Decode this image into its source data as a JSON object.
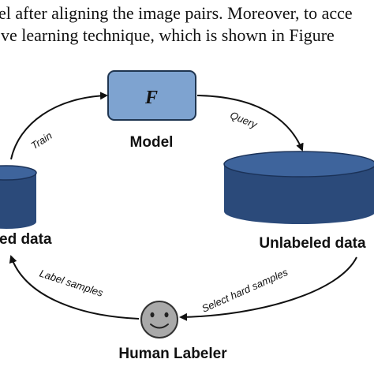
{
  "caption": {
    "line1": "el after aligning the image pairs. Moreover, to acce",
    "line2": "ve learning technique, which is shown in Figure"
  },
  "diagram": {
    "model": {
      "symbol": "F",
      "label": "Model"
    },
    "labeled_store": {
      "label": "ed data"
    },
    "unlabeled_store": {
      "label": "Unlabeled data"
    },
    "human": {
      "label": "Human Labeler"
    },
    "edges": {
      "train": "Train",
      "query": "Query",
      "select": "Select hard samples",
      "label": "Label samples"
    },
    "colors": {
      "cylinder": "#2b4a7a",
      "cylinder_top": "#3e649c",
      "model_box": "#7ea3d0",
      "face": "#a9a9a9"
    }
  }
}
